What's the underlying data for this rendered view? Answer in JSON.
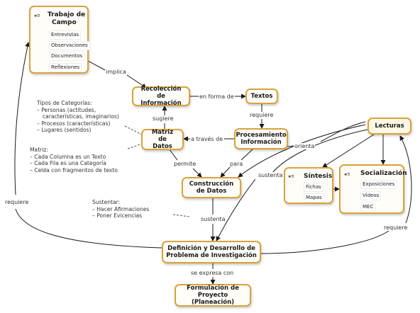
{
  "nodes": {
    "trabajo_de_campo": {
      "title_line1": "Trabajo de",
      "title_line2": "Campo",
      "items": [
        "Entrevistas",
        "Observaciones",
        "Documentos",
        "Reflexiones"
      ]
    },
    "recoleccion": "Recolección de Información",
    "textos": "Textos",
    "matriz": "Matriz de Datos",
    "procesamiento": "Procesamiento Información",
    "lecturas": "Lecturas",
    "construccion": "Construcción de Datos",
    "sintesis": {
      "title": "Síntesis",
      "items": [
        "Fichas",
        "Mapas"
      ]
    },
    "socializacion": {
      "title": "Socialización",
      "items": [
        "Exposiciones",
        "Videos",
        "MEC"
      ]
    },
    "definicion": "Definición y Desarrollo de Problema de Investigación",
    "formulacion": "Formulación de Proyecto (Planeación)"
  },
  "links": {
    "implica": "implica",
    "en_forma_de": "en forma de",
    "sugiere": "sugiere",
    "requiere_proc": "requiere",
    "a_traves_de": "a través de",
    "orienta": "orienta",
    "permite": "permite",
    "para": "para",
    "sustenta_lecturas": "sustenta",
    "sustenta_construccion": "sustenta",
    "requiere_izq": "requiere",
    "requiere_der": "requiere",
    "se_expresa_con": "se expresa con"
  },
  "notes": {
    "tipos": [
      "Tipos de Categorías:",
      "– Personas (actitudes,",
      "características, imaginarios)",
      "– Procesos (características)",
      "– Lugares (sentidos)"
    ],
    "matriz_nota": [
      "Matriz:",
      "– Cada Columna es un Texto",
      "– Cada Fila es una Categoría",
      "– Celda con fragmentos de texto"
    ],
    "sustenta_nota": [
      "Sustentar:",
      "– Hacer Afirmaciones",
      "– Poner Evicencias"
    ]
  },
  "colors": {
    "border": "#d9a23a",
    "line": "#1a1a1a",
    "fill": "#fffdf8"
  },
  "icons": {
    "list_glyph": "list-icon"
  }
}
